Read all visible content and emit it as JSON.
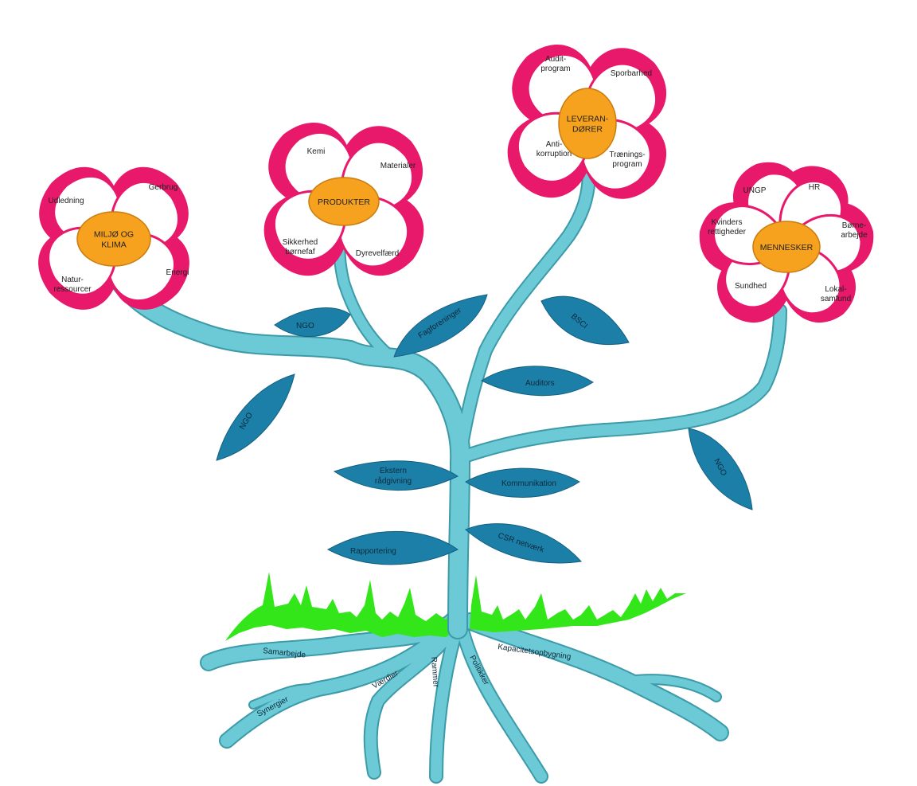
{
  "flowers": [
    {
      "id": "miljo",
      "center_lines": [
        "MILJØ OG",
        "KLIMA"
      ],
      "petals": [
        [
          "Udledning"
        ],
        [
          "Gerbrug"
        ],
        [
          "Energi"
        ],
        [
          "Natur-",
          "ressourcer"
        ]
      ]
    },
    {
      "id": "produkter",
      "center_lines": [
        "PRODUKTER"
      ],
      "petals": [
        [
          "Kemi"
        ],
        [
          "Materialer"
        ],
        [
          "Dyrevelfærd"
        ],
        [
          "Sikkerhed",
          "børnefaf"
        ]
      ]
    },
    {
      "id": "leverandorer",
      "center_lines": [
        "LEVERAN-",
        "DØRER"
      ],
      "petals": [
        [
          "Audit-",
          "program"
        ],
        [
          "Sporbarhed"
        ],
        [
          "Trænings-",
          "program"
        ],
        [
          "Anti-",
          "korruption"
        ]
      ]
    },
    {
      "id": "mennesker",
      "center_lines": [
        "MENNESKER"
      ],
      "petals": [
        [
          "UNGP"
        ],
        [
          "HR"
        ],
        [
          "Børne-",
          "arbejde"
        ],
        [
          "Lokal-",
          "samfund"
        ],
        [
          "Sundhed"
        ],
        [
          "Kvinders",
          "rettigheder"
        ]
      ]
    }
  ],
  "leaves": [
    {
      "id": "ngo-1",
      "label": "NGO"
    },
    {
      "id": "ngo-2",
      "label": "NGO"
    },
    {
      "id": "fagforeninger",
      "label": "Fagforeninger"
    },
    {
      "id": "bsci",
      "label": "BSCI"
    },
    {
      "id": "auditors",
      "label": "Auditors"
    },
    {
      "id": "ngo-3",
      "label": "NGO"
    },
    {
      "id": "ekstern",
      "label_lines": [
        "Ekstern",
        "rådgivning"
      ]
    },
    {
      "id": "kommunikation",
      "label": "Kommunikation"
    },
    {
      "id": "rapportering",
      "label": "Rapportering"
    },
    {
      "id": "csr",
      "label": "CSR netværk"
    }
  ],
  "roots": [
    {
      "id": "samarbejde",
      "label": "Samarbejde"
    },
    {
      "id": "synergier",
      "label": "Synergier"
    },
    {
      "id": "værdier",
      "label": "Værdier"
    },
    {
      "id": "rammer",
      "label": "Rammer"
    },
    {
      "id": "politikker",
      "label": "Politikker"
    },
    {
      "id": "kapacitet",
      "label": "Kapacitetsopbygning"
    }
  ],
  "colors": {
    "petal_outline": "#e8186a",
    "flower_center": "#f6a21e",
    "stem": "#6cc9d6",
    "leaf": "#1c7fa8",
    "grass": "#33e61a"
  }
}
